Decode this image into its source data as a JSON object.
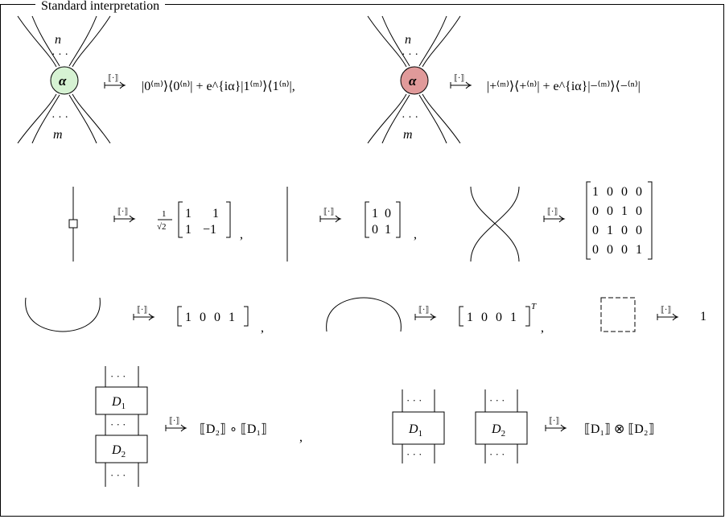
{
  "figure": {
    "legend": "Standard interpretation",
    "semantic_bracket": "⟦·⟧",
    "ellipsis": "· · ·",
    "spider_labels": {
      "top": "n",
      "bottom": "m",
      "phase": "α"
    },
    "colors": {
      "green_spider": "#d6f2d3",
      "red_spider": "#e09a9a",
      "stroke": "#000000"
    },
    "rules": {
      "green_spider_result": "|0⁽ᵐ⁾⟩⟨0⁽ⁿ⁾| + e^{iα}|1⁽ᵐ⁾⟩⟨1⁽ⁿ⁾|,",
      "red_spider_result": "|+⁽ᵐ⁾⟩⟨+⁽ⁿ⁾| + e^{iα}|−⁽ᵐ⁾⟩⟨−⁽ⁿ⁾|",
      "hadamard": {
        "coef_num": "1",
        "coef_den": "√2",
        "rows": [
          [
            "1",
            "1"
          ],
          [
            "1",
            "−1"
          ]
        ]
      },
      "identity": {
        "rows": [
          [
            "1",
            "0"
          ],
          [
            "0",
            "1"
          ]
        ]
      },
      "swap": {
        "rows": [
          [
            "1",
            "0",
            "0",
            "0"
          ],
          [
            "0",
            "0",
            "1",
            "0"
          ],
          [
            "0",
            "1",
            "0",
            "0"
          ],
          [
            "0",
            "0",
            "0",
            "1"
          ]
        ]
      },
      "cup": {
        "row": [
          "1",
          "0",
          "0",
          "1"
        ]
      },
      "cap": {
        "row": [
          "1",
          "0",
          "0",
          "1"
        ],
        "superscript": "T"
      },
      "empty_diagram_result": "1",
      "box_labels": {
        "d1": "D",
        "d1_sub": "1",
        "d2": "D",
        "d2_sub": "2"
      },
      "sequential_result": "⟦D₂⟧ ∘ ⟦D₁⟧",
      "parallel_result": "⟦D₁⟧ ⊗ ⟦D₂⟧",
      "separator": ","
    }
  }
}
